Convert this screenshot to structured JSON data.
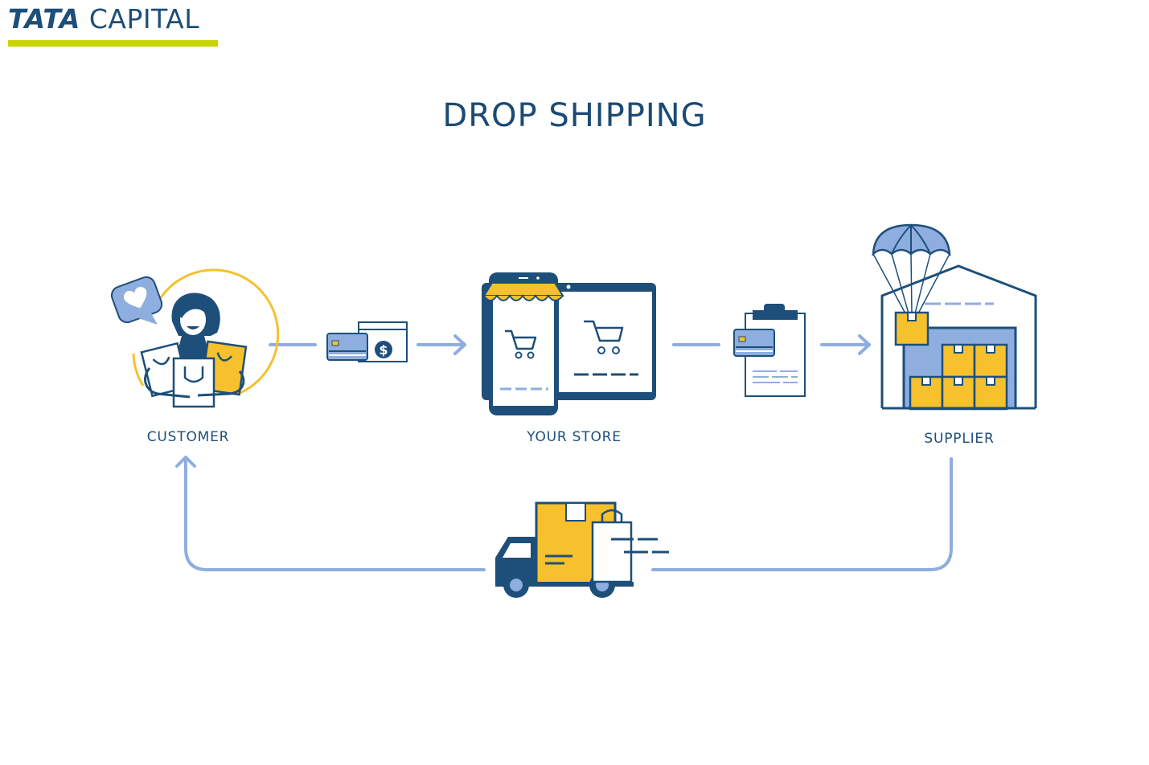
{
  "brand": {
    "name_bold": "TATA",
    "name_regular": "CAPITAL"
  },
  "title": "DROP SHIPPING",
  "nodes": {
    "customer": "CUSTOMER",
    "store": "YOUR STORE",
    "supplier": "SUPPLIER"
  },
  "colors": {
    "navy": "#1d4f7a",
    "yellow": "#f6c12c",
    "light_blue": "#8eaedf",
    "logo_bar": "#c8d400"
  },
  "icons": {
    "customer": "customer-with-bags-icon",
    "payment": "card-and-cash-icon",
    "store": "phone-and-tablet-store-icon",
    "order": "clipboard-order-icon",
    "supplier": "warehouse-parachute-icon",
    "delivery": "delivery-truck-icon"
  }
}
